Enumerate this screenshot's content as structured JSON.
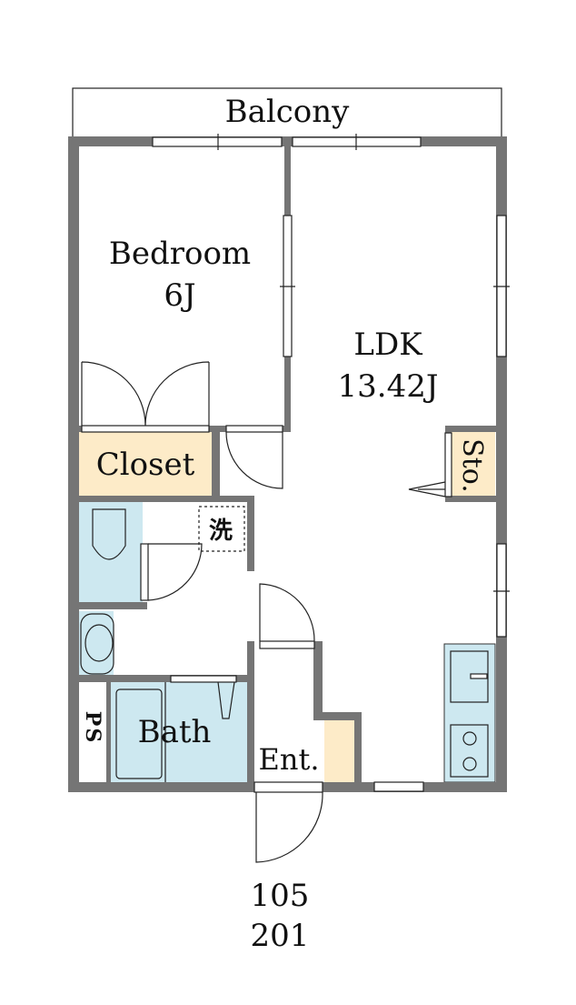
{
  "rooms": {
    "balcony": "Balcony",
    "bedroom": "Bedroom",
    "bedroom_size": "6J",
    "ldk": "LDK",
    "ldk_size": "13.42J",
    "closet": "Closet",
    "storage": "Sto.",
    "washer": "洗",
    "ps": "PS",
    "bath": "Bath",
    "entrance": "Ent."
  },
  "unit_numbers": [
    "105",
    "201"
  ],
  "colors": {
    "wall": "#757575",
    "wet_area": "#cde8f0",
    "storage_fill": "#fdebc8"
  }
}
